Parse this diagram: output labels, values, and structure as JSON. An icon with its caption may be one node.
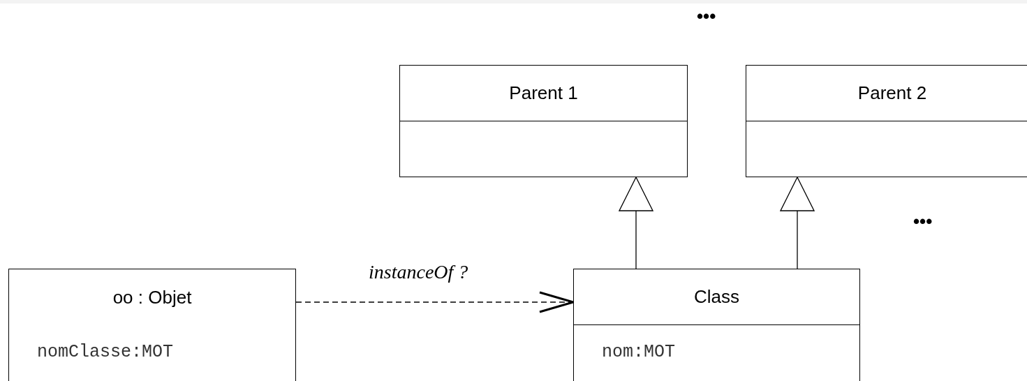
{
  "diagram": {
    "nodes": [
      {
        "text": [
          "Parent 1"
        ]
      },
      {
        "text": [
          "Parent 2"
        ]
      },
      {
        "text": [
          "oo : Objet",
          "nomClasse:MOT"
        ]
      },
      {
        "text": [
          "Class",
          "nom:MOT"
        ]
      }
    ],
    "edges": [
      {
        "from": 3,
        "to": 0,
        "arrow": "to"
      },
      {
        "from": 3,
        "to": 1,
        "arrow": "to"
      },
      {
        "from": 2,
        "to": 3,
        "arrow": "to",
        "style": "dashed",
        "label": "instanceOf ?"
      }
    ],
    "labels": [
      "•••",
      "•••"
    ]
  }
}
